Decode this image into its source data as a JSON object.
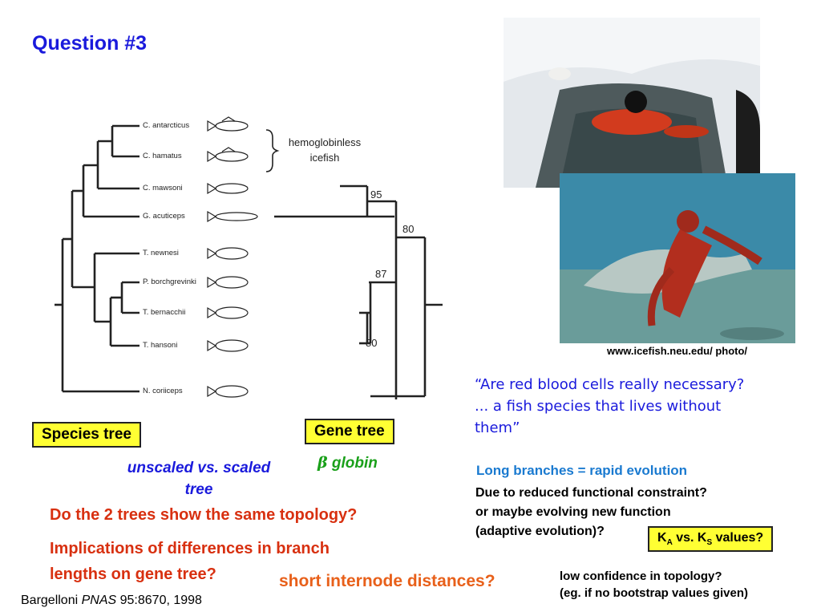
{
  "slide": {
    "title": "Question #3",
    "figure": {
      "taxa": [
        "C. antarcticus",
        "C. hamatus",
        "C. mawsoni",
        "G. acuticeps",
        "T. newnesi",
        "P. borchgrevinki",
        "T. bernacchii",
        "T. hansoni",
        "N. coriiceps"
      ],
      "bracket_label_line1": "hemoglobinless",
      "bracket_label_line2": "icefish",
      "bootstrap_values": [
        "95",
        "80",
        "87",
        "80"
      ]
    },
    "species_tree_label": "Species tree",
    "gene_tree_label": "Gene tree",
    "unscaled_line1": "unscaled vs. scaled",
    "unscaled_line2": "tree",
    "beta_symbol": "β",
    "globin_label": "globin",
    "question_topology": "Do the 2 trees show the same topology?",
    "implications_line1": "Implications of differences in branch",
    "implications_line2": "lengths on gene tree?",
    "short_internode": "short internode distances?",
    "citation_authors": "Bargelloni ",
    "citation_journal": "PNAS",
    "citation_ref": " 95:8670, 1998",
    "photo_credit": "www.icefish.neu.edu/ photo/",
    "quote_line1": "“Are red blood cells really necessary?",
    "quote_line2": "... a fish species that lives without",
    "quote_line3": "them”",
    "long_branches": "Long branches =  rapid evolution",
    "due_line1": "Due to reduced functional constraint?",
    "due_line2": "or maybe evolving new function",
    "due_line3": "(adaptive evolution)?",
    "ka_k": "K",
    "ka_sub": "A",
    "ka_vs": " vs. K",
    "ks_sub": "S",
    "ka_values": " values?",
    "low_conf_line1": "low confidence in topology?",
    "low_conf_line2": "(eg. if no bootstrap values given)"
  },
  "colors": {
    "title_blue": "#1a1adc",
    "label_yellow": "#ffff33",
    "question_red": "#d83010",
    "globin_green": "#1aa01a",
    "heading_blue": "#1a7ad0"
  }
}
